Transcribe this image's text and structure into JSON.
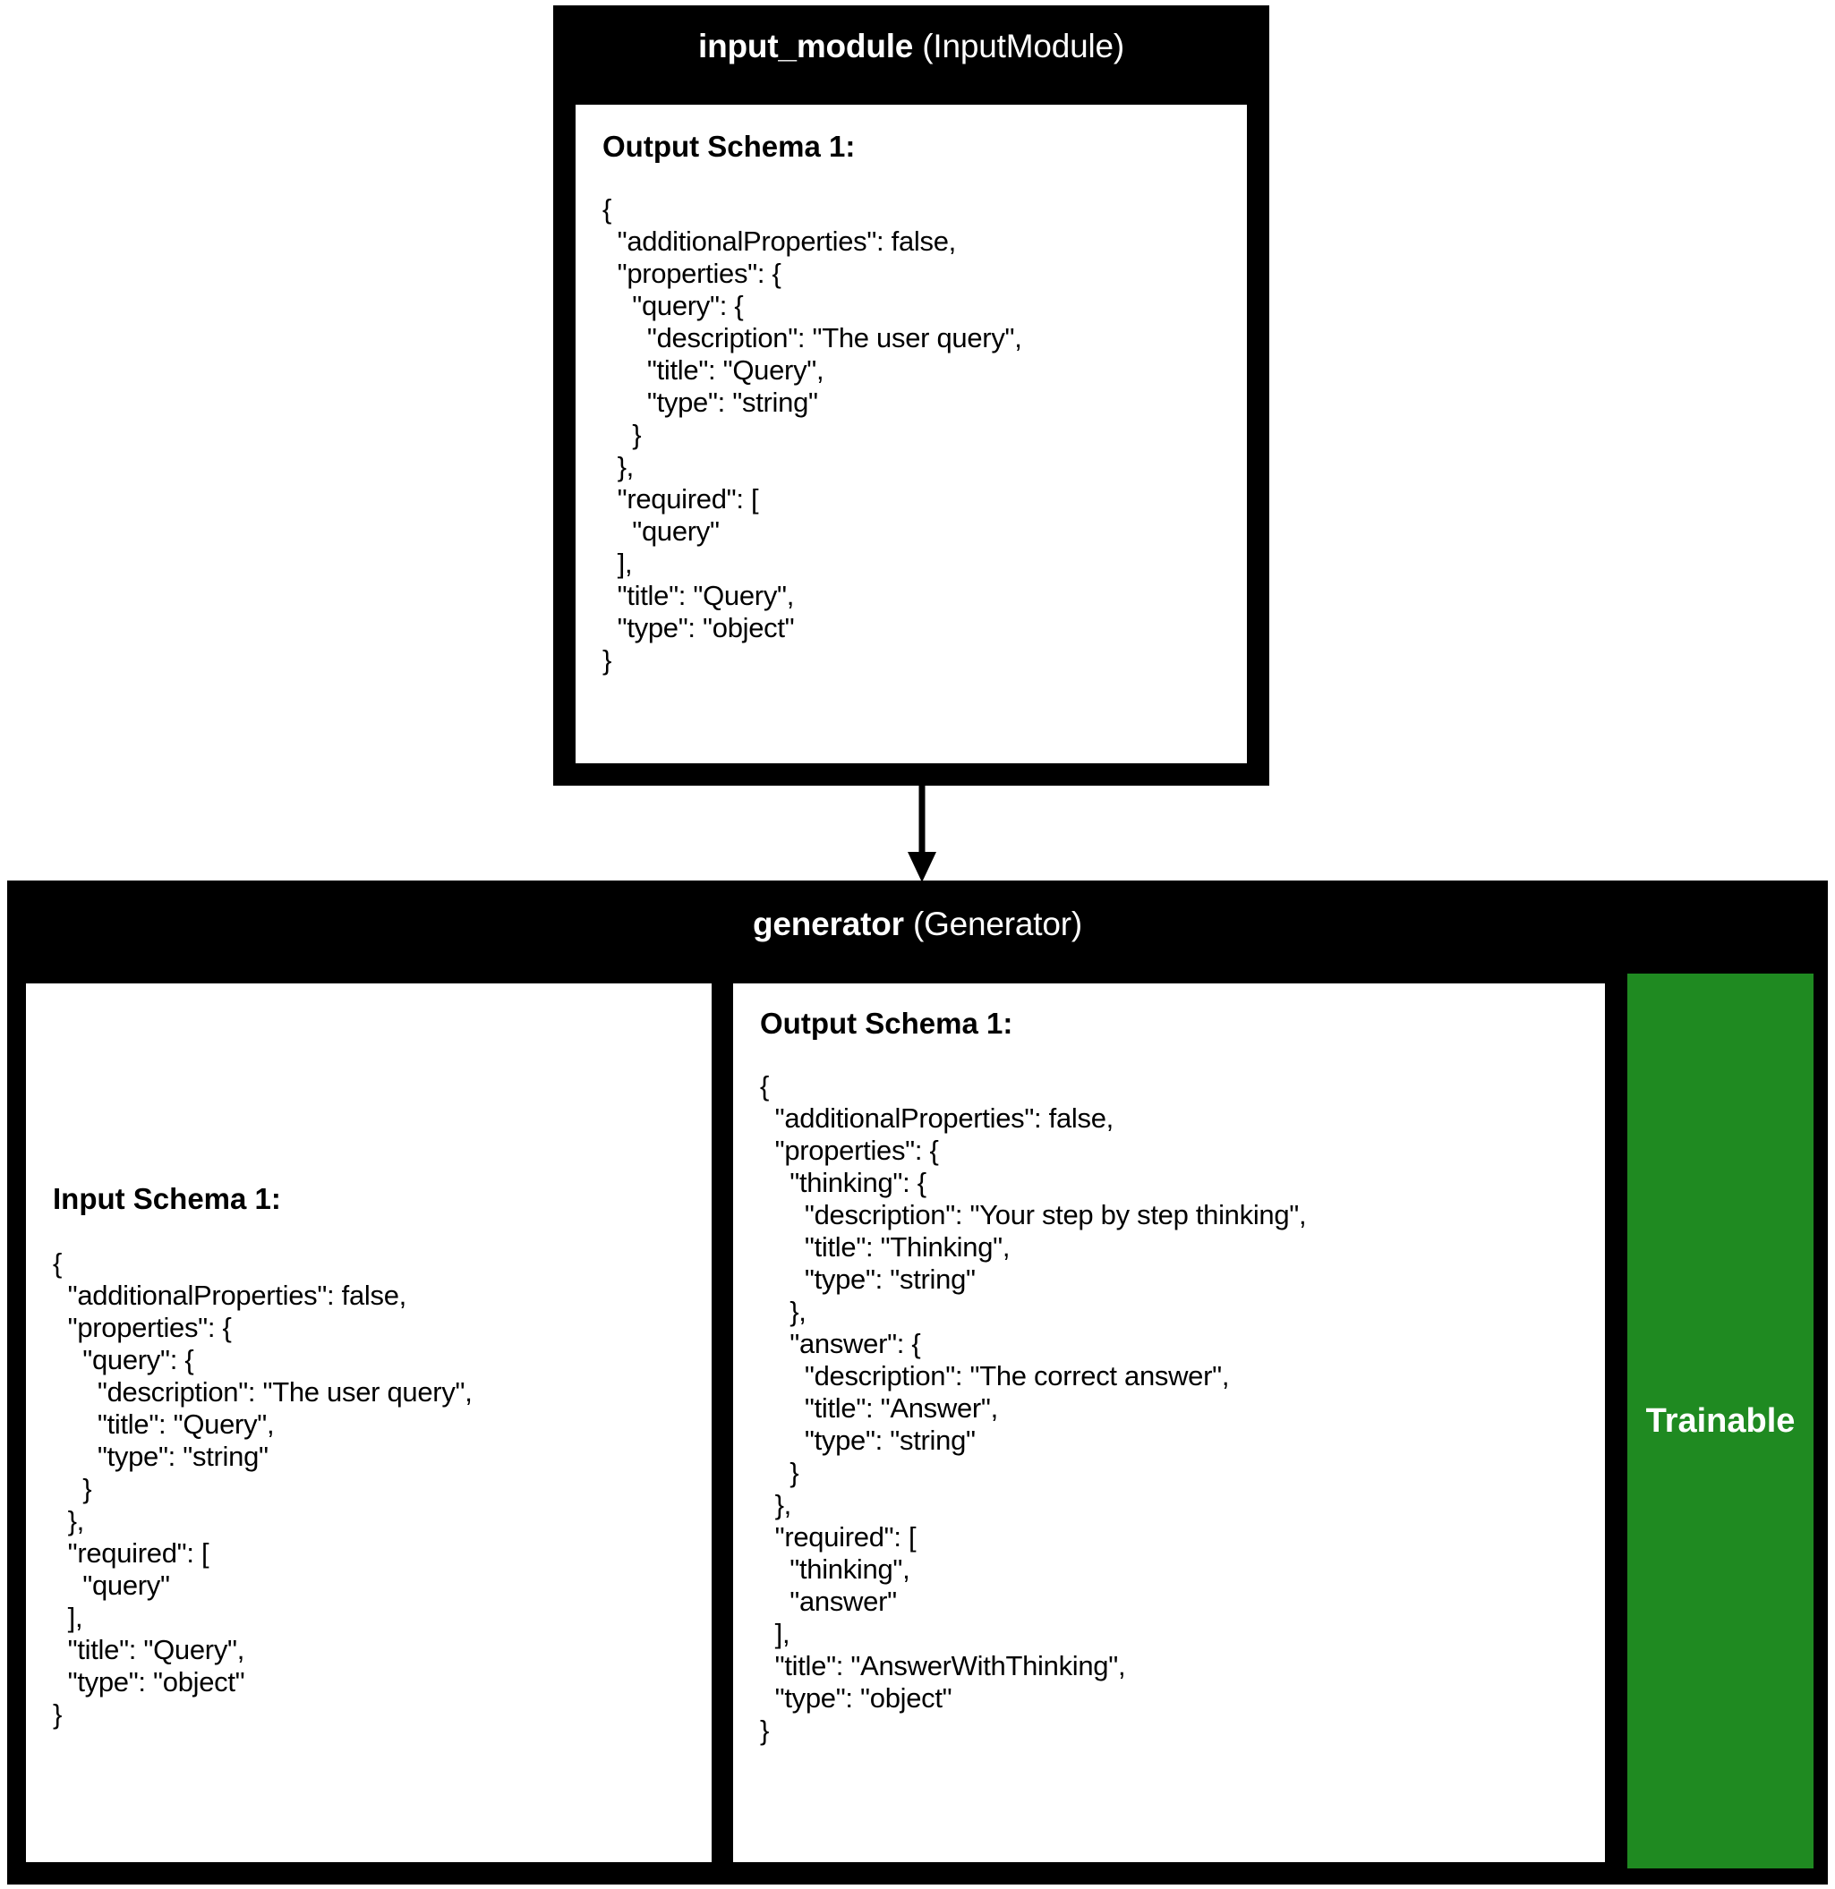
{
  "diagram": {
    "type": "flow",
    "colors": {
      "node_frame": "#000000",
      "node_header_text": "#ffffff",
      "panel_background": "#ffffff",
      "trainable_green": "#1f8a21",
      "edge": "#000000"
    }
  },
  "nodes": [
    {
      "id": "input_module",
      "header": {
        "name": "input_module",
        "class_name": "(InputModule)"
      },
      "panels": [
        {
          "title": "Output Schema 1:",
          "code": "{\n  \"additionalProperties\": false,\n  \"properties\": {\n    \"query\": {\n      \"description\": \"The user query\",\n      \"title\": \"Query\",\n      \"type\": \"string\"\n    }\n  },\n  \"required\": [\n    \"query\"\n  ],\n  \"title\": \"Query\",\n  \"type\": \"object\"\n}"
        }
      ]
    },
    {
      "id": "generator",
      "header": {
        "name": "generator",
        "class_name": "(Generator)"
      },
      "badge": "Trainable",
      "panels": [
        {
          "title": "Input Schema 1:",
          "code": "{\n  \"additionalProperties\": false,\n  \"properties\": {\n    \"query\": {\n      \"description\": \"The user query\",\n      \"title\": \"Query\",\n      \"type\": \"string\"\n    }\n  },\n  \"required\": [\n    \"query\"\n  ],\n  \"title\": \"Query\",\n  \"type\": \"object\"\n}"
        },
        {
          "title": "Output Schema 1:",
          "code": "{\n  \"additionalProperties\": false,\n  \"properties\": {\n    \"thinking\": {\n      \"description\": \"Your step by step thinking\",\n      \"title\": \"Thinking\",\n      \"type\": \"string\"\n    },\n    \"answer\": {\n      \"description\": \"The correct answer\",\n      \"title\": \"Answer\",\n      \"type\": \"string\"\n    }\n  },\n  \"required\": [\n    \"thinking\",\n    \"answer\"\n  ],\n  \"title\": \"AnswerWithThinking\",\n  \"type\": \"object\"\n}"
        }
      ]
    }
  ],
  "edges": [
    {
      "from": "input_module",
      "to": "generator",
      "arrow": "down"
    }
  ]
}
